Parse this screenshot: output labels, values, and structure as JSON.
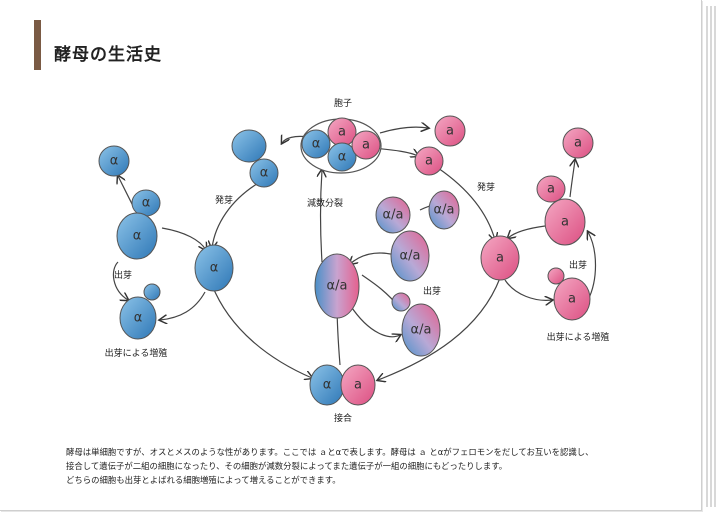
{
  "title": "酵母の生活史",
  "cells": {
    "alpha": "α",
    "a": "a",
    "diploid": "α/a"
  },
  "labels": {
    "spore": "胞子",
    "meiosis": "減数分裂",
    "budding_left": "発芽",
    "budding_right": "発芽",
    "bud_left": "出芽",
    "bud_center": "出芽",
    "bud_right": "出芽",
    "budding_growth_left": "出芽による増殖",
    "budding_growth_right": "出芽による増殖",
    "mating": "接合"
  },
  "colors": {
    "alpha_blue": "#4a90c8",
    "a_pink": "#e5608e",
    "title_bar": "#7a5a44"
  },
  "description": [
    "酵母は単細胞ですが、オスとメスのような性があります。ここでは ａとαで表します。酵母は ａ とαがフェロモンをだしてお互いを認識し、",
    "接合して遺伝子が二組の細胞になったり、その細胞が減数分裂によってまた遺伝子が一組の細胞にもどったりします。",
    "どちらの細胞も出芽とよばれる細胞増殖によって増えることができます。"
  ]
}
